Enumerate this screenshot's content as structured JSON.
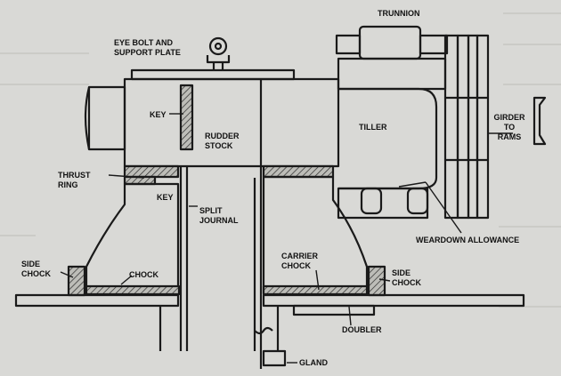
{
  "diagram": {
    "title": "",
    "labels": {
      "trunnion": "TRUNNION",
      "eye_bolt_1": "EYE BOLT AND",
      "eye_bolt_2": "SUPPORT PLATE",
      "key_upper": "KEY",
      "tiller": "TILLER",
      "girder_1": "GIRDER",
      "girder_2": "TO",
      "girder_3": "RAMS",
      "rudder_stock_1": "RUDDER",
      "rudder_stock_2": "STOCK",
      "thrust_ring_1": "THRUST",
      "thrust_ring_2": "RING",
      "key_lower": "KEY",
      "split_journal_1": "SPLIT",
      "split_journal_2": "JOURNAL",
      "weardown": "WEARDOWN ALLOWANCE",
      "side_chock_left_1": "SIDE",
      "side_chock_left_2": "CHOCK",
      "chock": "CHOCK",
      "carrier_chock_1": "CARRIER",
      "carrier_chock_2": "CHOCK",
      "side_chock_right_1": "SIDE",
      "side_chock_right_2": "CHOCK",
      "doubler": "DOUBLER",
      "gland": "GLAND"
    },
    "colors": {
      "background": "#d9d9d6",
      "line": "#1a1a1a",
      "text": "#111111"
    }
  }
}
